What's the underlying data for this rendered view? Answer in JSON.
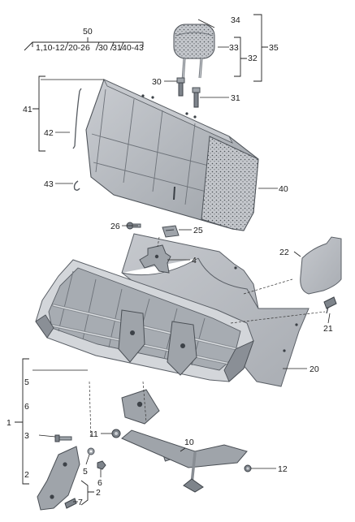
{
  "labels": {
    "l1": "1",
    "l2a": "2",
    "l2b": "2",
    "l3": "3",
    "l4": "4",
    "l5a": "5",
    "l5b": "5",
    "l6a": "6",
    "l6b": "6",
    "l7": "7",
    "l10": "10",
    "l11": "11",
    "l12": "12",
    "l20": "20",
    "l21": "21",
    "l22": "22",
    "l25": "25",
    "l26": "26",
    "l30": "30",
    "l31": "31",
    "l32": "32",
    "l33": "33",
    "l34": "34",
    "l35": "35",
    "l40": "40",
    "l41": "41",
    "l42": "42",
    "l43": "43",
    "l50": "50"
  },
  "group50": {
    "g1": "1,10-12",
    "g2": "20-26",
    "g3": "30",
    "g4": "31",
    "g5": "40-43"
  }
}
